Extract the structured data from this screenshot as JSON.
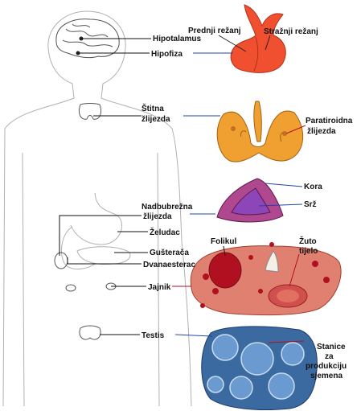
{
  "labels": {
    "hipotalamus": "Hipotalamus",
    "hipofiza": "Hipofiza",
    "prednji_rezanj": "Prednji režanj",
    "straznji_rezanj": "Stražnji režanj",
    "stitna_1": "Štitna",
    "stitna_2": "žlijezda",
    "paratiroidna_1": "Paratiroidna",
    "paratiroidna_2": "žlijezda",
    "kora": "Kora",
    "srz": "Srž",
    "nadbubrezna_1": "Nadbubrežna",
    "nadbubrezna_2": "žlijezda",
    "zeludac": "Želudac",
    "gusteraca": "Gušterača",
    "dvanaesterac": "Dvanaesterac",
    "folikul": "Folikul",
    "zuto_1": "Žuto",
    "zuto_2": "tijelo",
    "jajnik": "Jajnik",
    "testis": "Testis",
    "stanice_1": "Stanice",
    "stanice_2": "za",
    "stanice_3": "produkciju",
    "stanice_4": "sjemena"
  },
  "colors": {
    "pituitary": "#f05030",
    "thyroid": "#f0a030",
    "adrenal_cortex": "#b04890",
    "adrenal_medulla": "#8c46b8",
    "ovary": "#e08070",
    "ovary_spots": "#b01020",
    "testis_tissue": "#3a6aa0",
    "body_outline": "#b0b0b0",
    "pointer_blue": "#2244aa",
    "pointer_red": "#b01020"
  }
}
